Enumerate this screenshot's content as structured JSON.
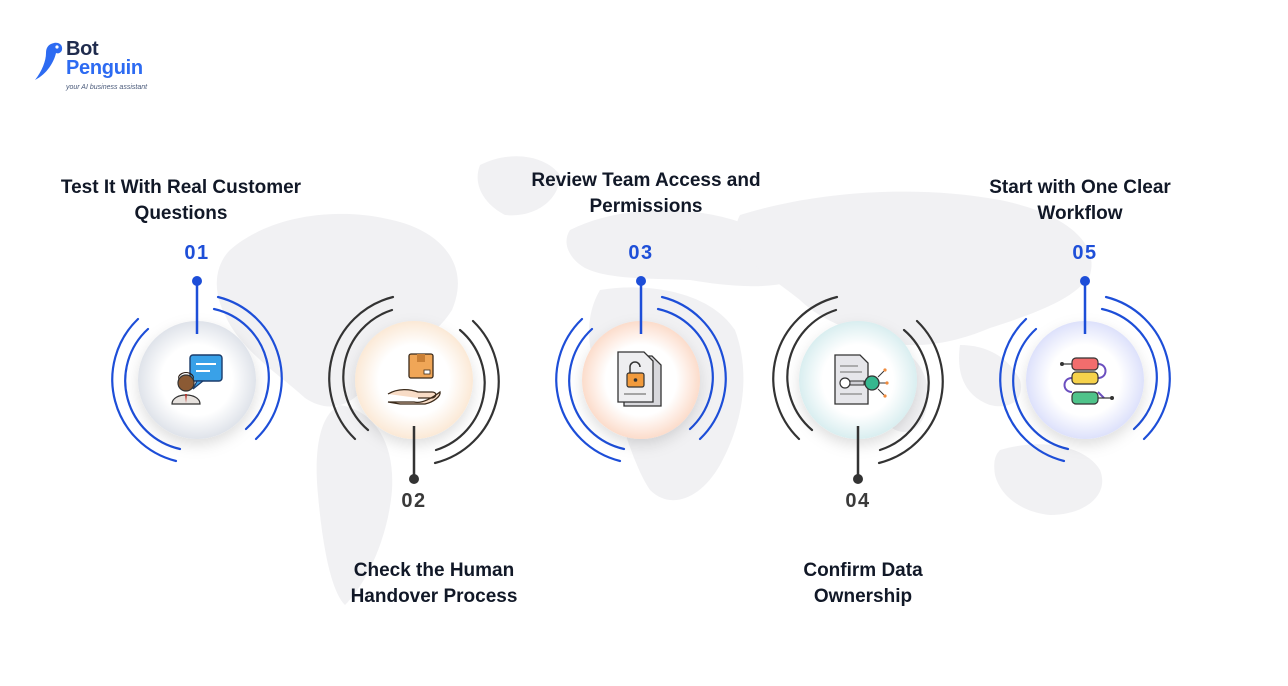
{
  "brand": {
    "name_line1": "Bot",
    "name_line2": "Penguin",
    "tagline": "your AI business assistant",
    "colors": {
      "primary": "#2d6bf2",
      "dark": "#1f2b4d"
    }
  },
  "colors": {
    "blue_ring": "#1d4ed8",
    "dark_ring": "#333333",
    "blue_number": "#1e4fd8",
    "dark_number": "#3a3a3a"
  },
  "steps": [
    {
      "number": "01",
      "title_line1": "Test It With Real Customer",
      "title_line2": "Questions",
      "icon": "customer-chat-icon"
    },
    {
      "number": "02",
      "title_line1": "Check the Human",
      "title_line2": "Handover Process",
      "icon": "hand-package-icon"
    },
    {
      "number": "03",
      "title_line1": "Review Team Access and",
      "title_line2": "Permissions",
      "icon": "unlocked-document-icon"
    },
    {
      "number": "04",
      "title_line1": "Confirm Data",
      "title_line2": "Ownership",
      "icon": "document-key-icon"
    },
    {
      "number": "05",
      "title_line1": "Start with One Clear",
      "title_line2": "Workflow",
      "icon": "workflow-icon"
    }
  ]
}
